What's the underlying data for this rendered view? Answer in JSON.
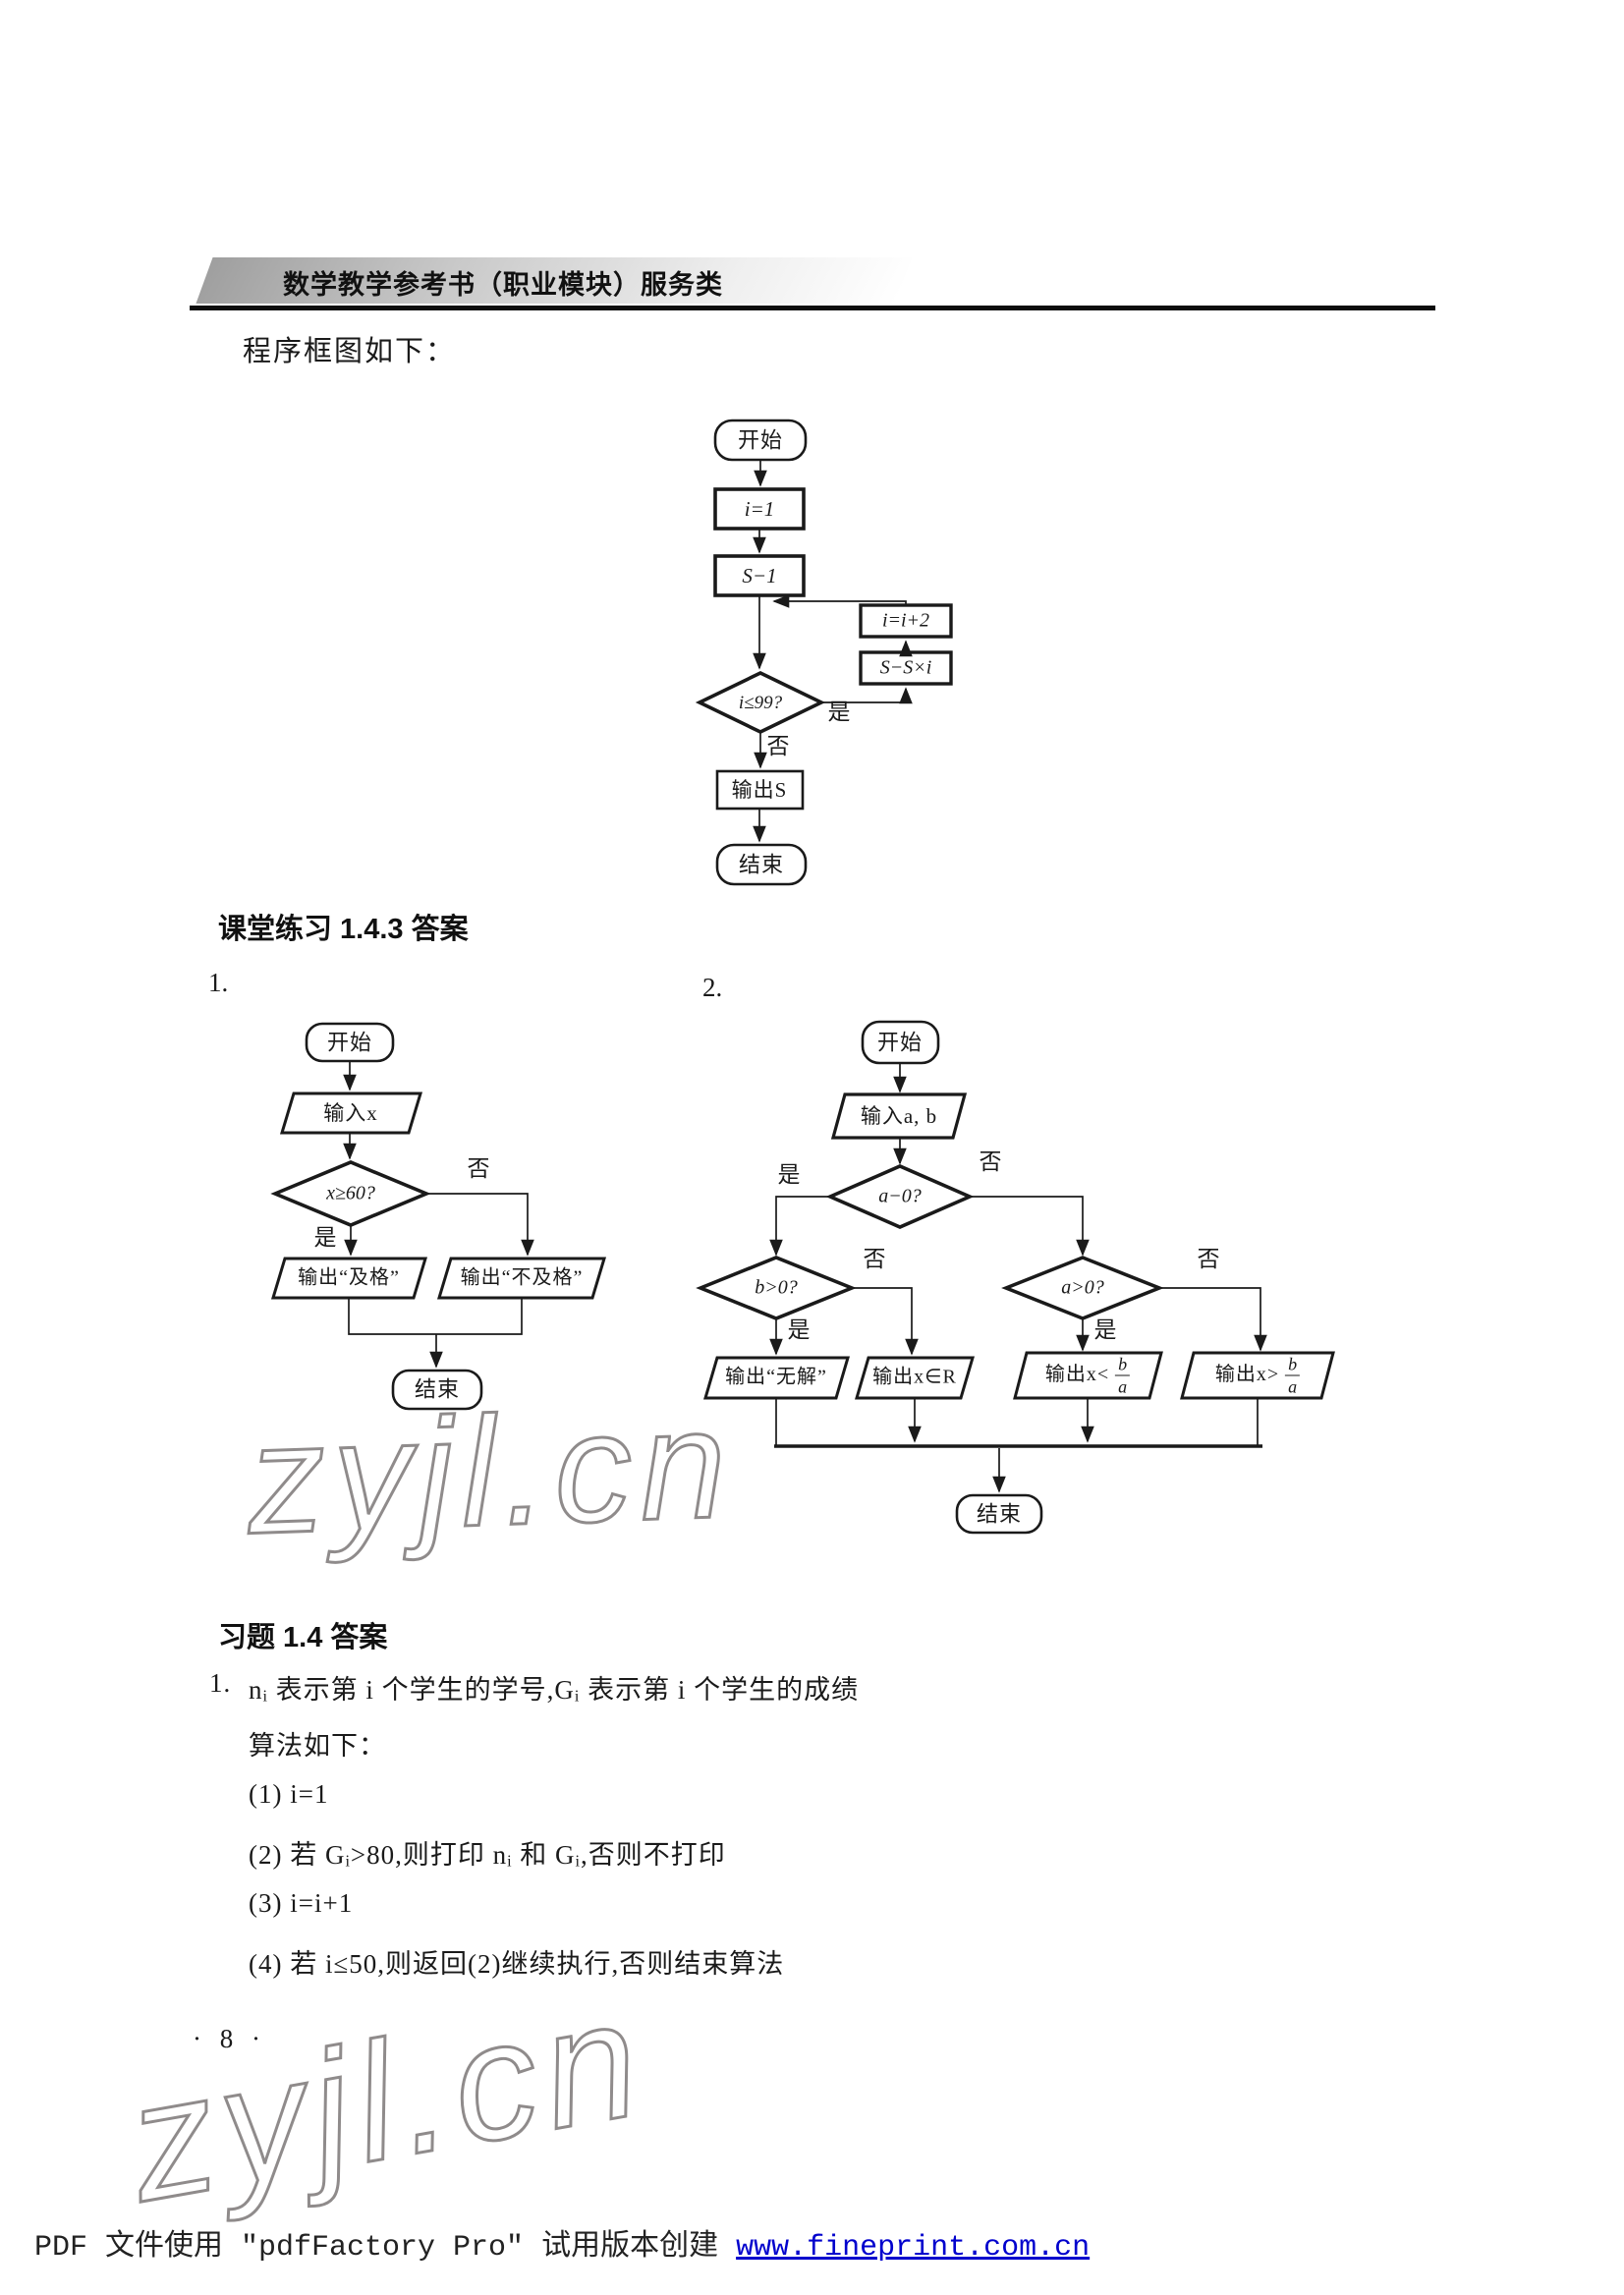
{
  "header": {
    "title": "数学教学参考书（职业模块）服务类"
  },
  "intro_text": "程序框图如下：",
  "section1_heading": "课堂练习 1.4.3 答案",
  "section2_heading": "习题 1.4 答案",
  "fc_main": {
    "start": "开始",
    "step1": "i=1",
    "step2": "S−1",
    "loop_inc": "i=i+2",
    "loop_acc": "S−S×i",
    "decision": "i≤99?",
    "yes": "是",
    "no": "否",
    "output": "输出S",
    "end": "结束"
  },
  "fc_ex1": {
    "label": "1.",
    "start": "开始",
    "input": "输入x",
    "decision": "x≥60?",
    "yes": "是",
    "no": "否",
    "output_pass": "输出“及格”",
    "output_fail": "输出“不及格”",
    "end": "结束"
  },
  "fc_ex2": {
    "label": "2.",
    "start": "开始",
    "input": "输入a, b",
    "decision_a0": "a−0?",
    "decision_b0": "b>0?",
    "decision_apos": "a>0?",
    "yes": "是",
    "no": "否",
    "output_nosol": "输出“无解”",
    "output_real": "输出x∈R",
    "output_lt_prefix": "输出x<",
    "output_gt_prefix": "输出x>",
    "frac_num": "b",
    "frac_den": "a",
    "end": "结束"
  },
  "answer1": {
    "num": "1.",
    "line1": "nᵢ 表示第 i 个学生的学号,Gᵢ 表示第 i 个学生的成绩",
    "line2": "算法如下：",
    "steps": [
      "(1) i=1",
      "(2) 若 Gᵢ>80,则打印 nᵢ 和 Gᵢ,否则不打印",
      "(3) i=i+1",
      "(4) 若 i≤50,则返回(2)继续执行,否则结束算法"
    ]
  },
  "watermark": "zyjl.cn",
  "page_number": "· 8 ·",
  "footer": {
    "text": "PDF 文件使用 ″pdfFactory Pro″ 试用版本创建 ",
    "link": "www.fineprint.com.cn",
    "link_color": "#0000cd"
  }
}
